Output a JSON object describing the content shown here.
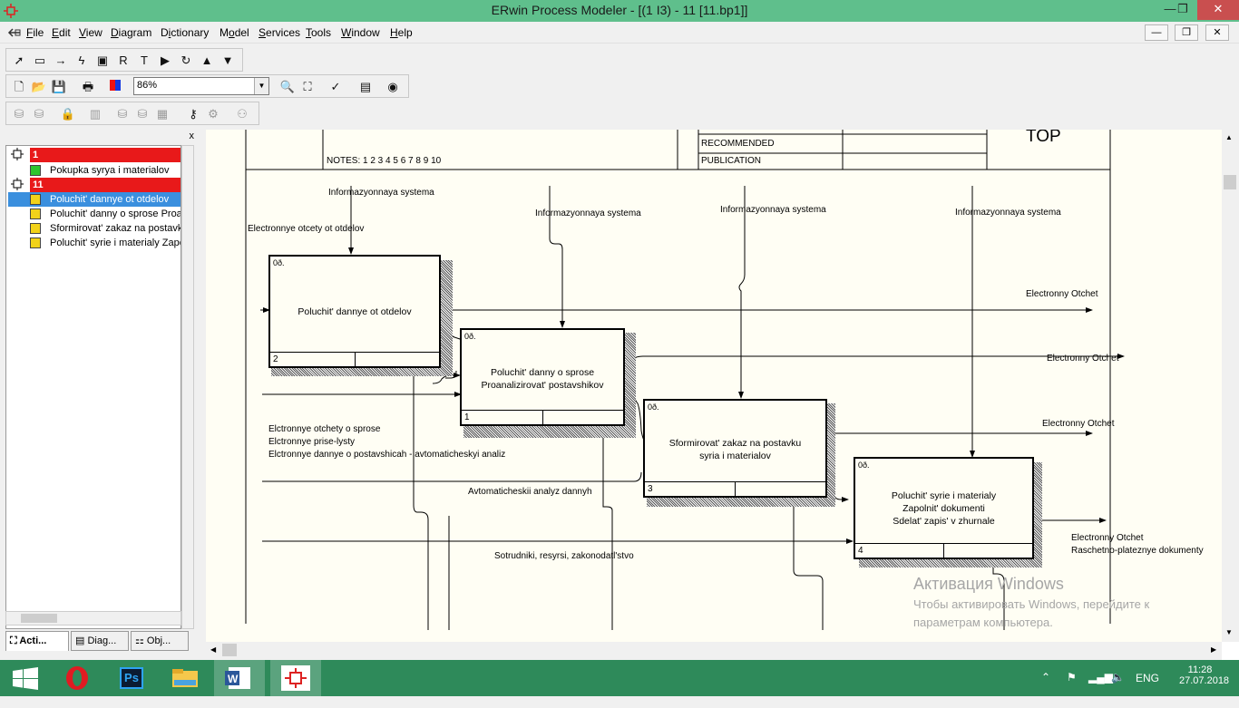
{
  "window": {
    "title": "ERwin Process Modeler - [(1 I3) - 11  [11.bp1]]",
    "controls": {
      "minimize": "—",
      "maximize": "❐",
      "close": "✕"
    }
  },
  "menubar": {
    "items": [
      {
        "label": "File",
        "key": "F"
      },
      {
        "label": "Edit",
        "key": "E"
      },
      {
        "label": "View",
        "key": "V"
      },
      {
        "label": "Diagram",
        "key": "D"
      },
      {
        "label": "Dictionary",
        "key": "i"
      },
      {
        "label": "Model",
        "key": "o"
      },
      {
        "label": "Services",
        "key": "S"
      },
      {
        "label": "Tools",
        "key": "T"
      },
      {
        "label": "Window",
        "key": "W"
      },
      {
        "label": "Help",
        "key": "H"
      }
    ],
    "mdi": {
      "minimize": "—",
      "restore": "❐",
      "close": "✕"
    }
  },
  "toolbar": {
    "zoom_value": "86%",
    "tools_row1": [
      "select-icon",
      "box-icon",
      "arrow-icon",
      "squiggle-icon",
      "external-ref-icon",
      "referent-icon",
      "text-icon",
      "go-child-icon",
      "go-parent-icon",
      "up-icon",
      "down-icon"
    ]
  },
  "explorer": {
    "close_label": "x",
    "tree": [
      {
        "label": "1",
        "type": "head"
      },
      {
        "label": "Pokupka syrya i materialov",
        "type": "leaf",
        "icon_color": "#2ec52e"
      },
      {
        "label": "11",
        "type": "head"
      },
      {
        "label": "Poluchit' dannye ot otdelov",
        "type": "leaf",
        "icon_color": "#f2d21a",
        "selected": true
      },
      {
        "label": "Poluchit' danny o sprose Proan",
        "type": "leaf",
        "icon_color": "#f2d21a"
      },
      {
        "label": "Sformirovat' zakaz na postavku",
        "type": "leaf",
        "icon_color": "#f2d21a"
      },
      {
        "label": "Poluchit' syrie i materialy Zapoli",
        "type": "leaf",
        "icon_color": "#f2d21a"
      }
    ],
    "tabs": [
      {
        "label": "Acti..."
      },
      {
        "label": "Diag..."
      },
      {
        "label": "Obj..."
      }
    ]
  },
  "diagram": {
    "frame": {
      "notes": "NOTES:  1  2  3  4  5  6  7  8  9  10",
      "recommended": "RECOMMENDED",
      "publication": "PUBLICATION",
      "node": "TOP"
    },
    "boxes": [
      {
        "code": "0ð.",
        "label": "Poluchit' dannye ot otdelov",
        "number": "2"
      },
      {
        "code": "0ð.",
        "label": "Poluchit' danny o sprose\nProanalizirovat' postavshikov",
        "number": "1"
      },
      {
        "code": "0ð.",
        "label": "Sformirovat' zakaz na postavku\nsyria i materialov",
        "number": "3"
      },
      {
        "code": "0ð.",
        "label": "Poluchit' syrie i materialy\nZapolnit' dokumenti\nSdelat' zapis' v zhurnale",
        "number": "4"
      }
    ],
    "arrow_labels": [
      "Informazyonnaya systema",
      "Electronnye otcety ot otdelov",
      "Informazyonnaya systema",
      "Informazyonnaya systema",
      "Informazyonnaya systema",
      "Electronny Otchet",
      "Electronny Otchet",
      "Electronny Otchet",
      "Elctronnye otchety o sprose",
      "Elctronnye prise-lysty",
      "Elctronnye dannye o postavshicah - avtomaticheskyi analiz",
      "Avtomaticheskii analyz dannyh",
      "Sotrudniki, resyrsi, zakonodatl'stvo",
      "Electronny Otchet",
      "Raschetno-plateznye dokumenty"
    ]
  },
  "watermark": {
    "title": "Активация Windows",
    "line1": "Чтобы активировать Windows, перейдите к",
    "line2": "параметрам компьютера."
  },
  "taskbar": {
    "apps": [
      "windows-start-icon",
      "opera-icon",
      "photoshop-icon",
      "file-explorer-icon",
      "word-icon",
      "erwin-icon"
    ],
    "photoshop_label": "Ps",
    "language": "ENG",
    "time": "11:28",
    "date": "27.07.2018"
  },
  "colors": {
    "titlebar": "#5fbf8c",
    "taskbar": "#2e8a5a",
    "tree_head": "#e8191a",
    "selection": "#3a8fde",
    "canvas": "#fffef4"
  }
}
